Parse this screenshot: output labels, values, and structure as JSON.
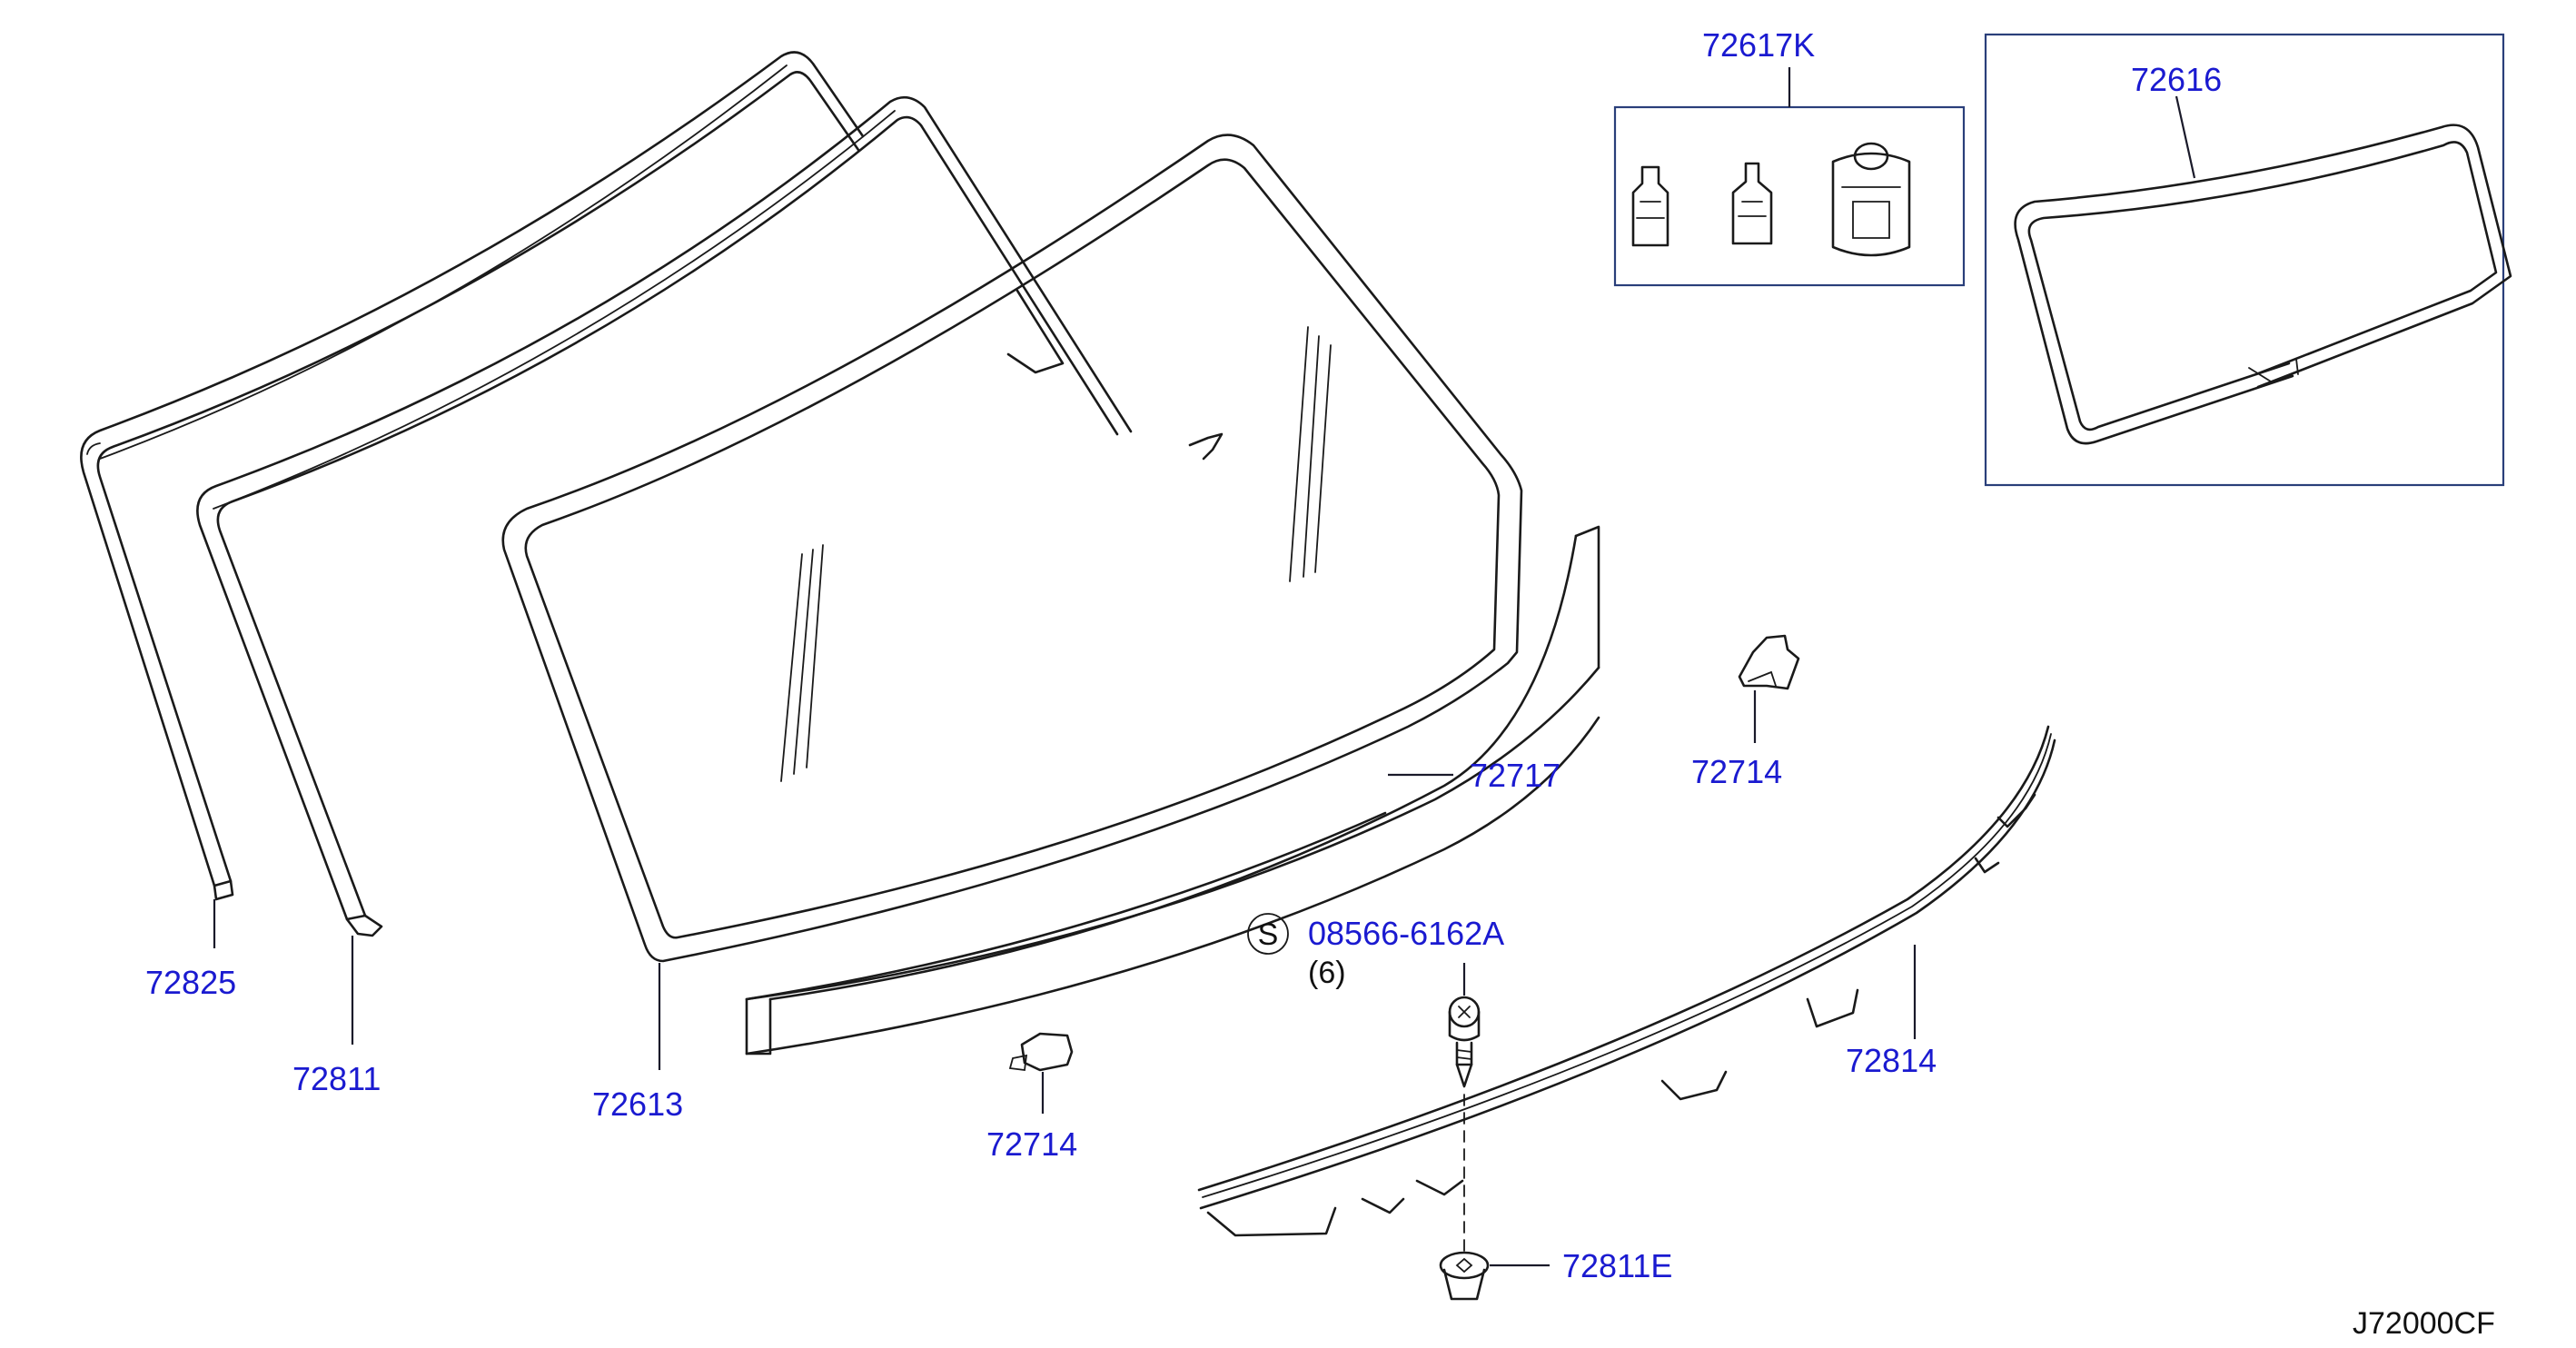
{
  "callouts": {
    "p72617k": "72617K",
    "p72616": "72616",
    "p72717": "72717",
    "p72714_upper": "72714",
    "p72825": "72825",
    "p72811": "72811",
    "p72613": "72613",
    "p08566": "08566-6162A",
    "qty_08566": "(6)",
    "p72814": "72814",
    "p72714_lower": "72714",
    "p72811e": "72811E"
  },
  "standard_part_symbol": "S",
  "diagram_code": "J72000CF",
  "colors": {
    "callout_text": "#1a1ad0",
    "line": "#1a1a1a",
    "frame_box": "#2a3f7a",
    "background": "#ffffff"
  }
}
